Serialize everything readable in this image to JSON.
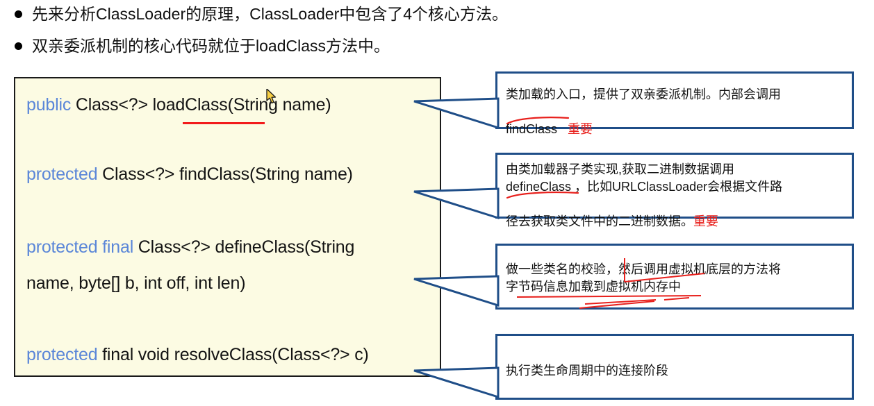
{
  "slide": {
    "bullets": [
      {
        "text": "先来分析ClassLoader的原理，ClassLoader中包含了4个核心方法。"
      },
      {
        "text": "双亲委派机制的核心代码就位于loadClass方法中。"
      }
    ],
    "code_panel": {
      "background_color": "#fcfbe3",
      "border_color": "#1a1a1a",
      "keyword_color": "#5a86d8",
      "underline_color": "#f21b1b",
      "lines": [
        {
          "keyword": "public",
          "rest": " Class<?> loadClass(String name)"
        },
        {
          "keyword": "protected",
          "rest": " Class<?> findClass(String name)"
        },
        {
          "keyword": "protected final",
          "rest": " Class<?> defineClass(String"
        },
        {
          "keyword": "",
          "rest": "name, byte[] b, int off, int len)"
        },
        {
          "keyword": "protected",
          "rest": " final void resolveClass(Class<?> c)"
        }
      ]
    },
    "callouts": [
      {
        "id": "loadClass-note",
        "border_color": "#1f4e88",
        "line1": "类加载的入口，提供了双亲委派机制。内部会调用",
        "line2_code": "findClass",
        "line2_importance": "重要"
      },
      {
        "id": "findClass-note",
        "border_color": "#1f4e88",
        "line1": "由类加载器子类实现,获取二进制数据调用",
        "line2": "defineClass ，比如URLClassLoader会根据文件路",
        "line3": "径去获取类文件中的二进制数据。",
        "line3_importance": "重要"
      },
      {
        "id": "defineClass-note",
        "border_color": "#1f4e88",
        "line1": "做一些类名的校验，然后调用虚拟机底层的方法将",
        "line2": "字节码信息加载到虚拟机内存中"
      },
      {
        "id": "resolveClass-note",
        "border_color": "#1f4e88",
        "line1": "执行类生命周期中的连接阶段"
      }
    ],
    "cursor": {
      "name": "mouse-pointer"
    }
  }
}
